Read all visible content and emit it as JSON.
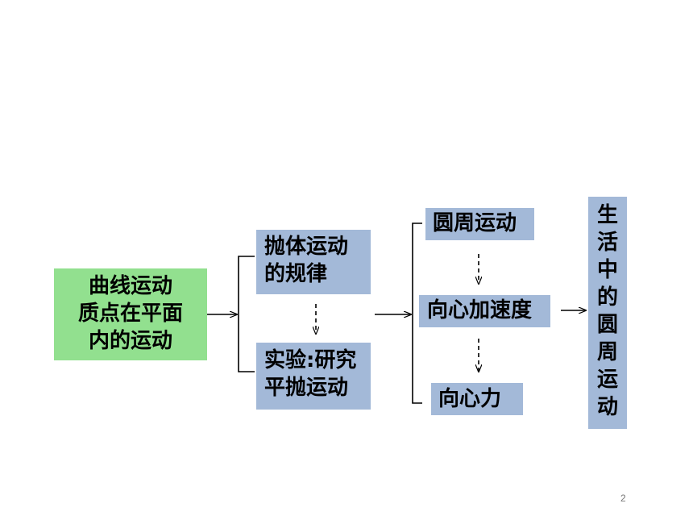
{
  "diagram": {
    "start": {
      "lines": [
        "曲线运动",
        "质点在平面",
        "内的运动"
      ]
    },
    "projectile_rules": {
      "lines": [
        "抛体运动",
        "的规律"
      ]
    },
    "experiment": {
      "lines": [
        "实验:研究",
        "平抛运动"
      ]
    },
    "circular_motion": {
      "label": "圆周运动"
    },
    "centripetal_acceleration": {
      "label": "向心加速度"
    },
    "centripetal_force": {
      "label": "向心力"
    },
    "daily_life": {
      "chars": [
        "生",
        "活",
        "中",
        "的",
        "圆",
        "周",
        "运",
        "动"
      ]
    }
  },
  "colors": {
    "green_box": "#92e08f",
    "blue_box": "#a3b9d8",
    "line": "#000000"
  },
  "page_number": "2"
}
